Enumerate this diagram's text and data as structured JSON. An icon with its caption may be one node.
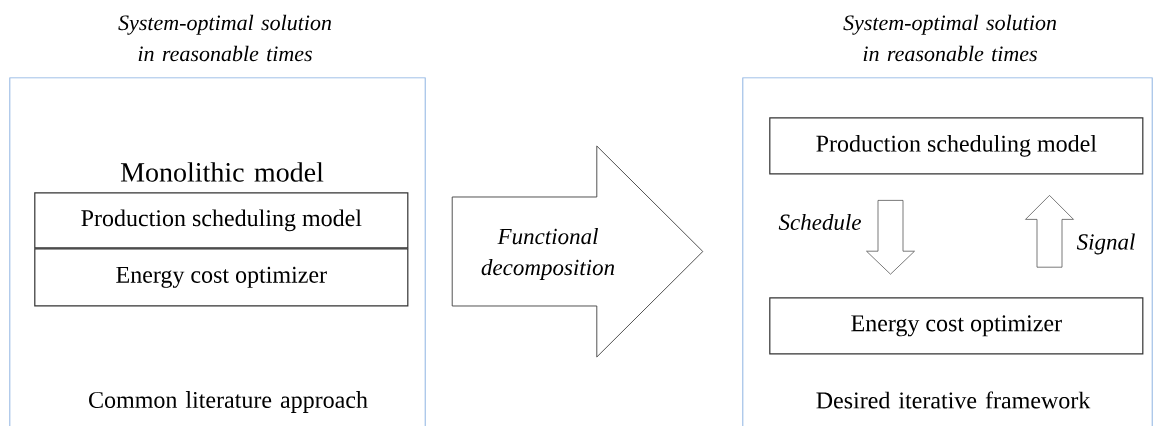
{
  "diagram": {
    "nodes": [
      {
        "text": [
          "System-optimal solution in reasonable times",
          "Monolithic model",
          "Common literature approach"
        ]
      },
      {
        "text": [
          "Production scheduling model"
        ],
        "in": 0
      },
      {
        "text": [
          "Energy cost optimizer"
        ],
        "in": 0
      },
      {
        "text": [
          "System-optimal solution in reasonable times",
          "Desired iterative framework"
        ]
      },
      {
        "text": [
          "Production scheduling model"
        ],
        "in": 3
      },
      {
        "text": [
          "Energy cost optimizer"
        ],
        "in": 3
      }
    ],
    "edges": [
      {
        "from": 0,
        "to": 3,
        "arrow": "to",
        "label": "Functional decomposition"
      },
      {
        "from": 4,
        "to": 5,
        "arrow": "to",
        "label": "Schedule"
      },
      {
        "from": 5,
        "to": 4,
        "arrow": "to",
        "label": "Signal"
      }
    ]
  }
}
